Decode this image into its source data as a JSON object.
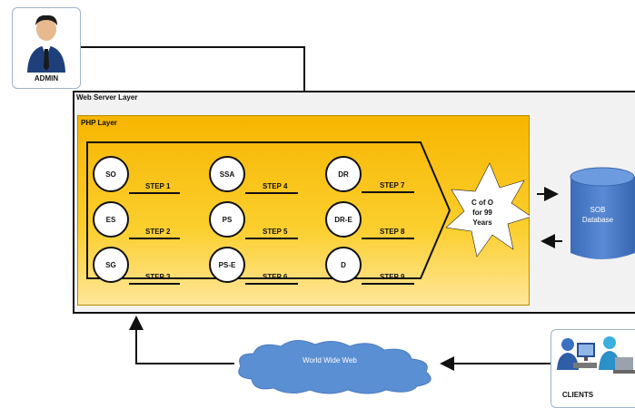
{
  "admin": {
    "label": "ADMIN"
  },
  "clients": {
    "label": "CLIENTS"
  },
  "web_server_layer": {
    "title": "Web Server Layer"
  },
  "php_layer": {
    "title": "PHP Layer"
  },
  "nodes": [
    "SO",
    "ES",
    "SG",
    "SSA",
    "PS",
    "PS-E",
    "DR",
    "DR-E",
    "D"
  ],
  "steps": [
    "STEP 1",
    "STEP 2",
    "STEP 3",
    "STEP 4",
    "STEP 5",
    "STEP 6",
    "STEP 7",
    "STEP 8",
    "STEP 9"
  ],
  "certificate": {
    "line1": "C of O",
    "line2": "for 99",
    "line3": "Years"
  },
  "database": {
    "line1": "SOB",
    "line2": "Database"
  },
  "network": {
    "label": "World Wide Web"
  }
}
